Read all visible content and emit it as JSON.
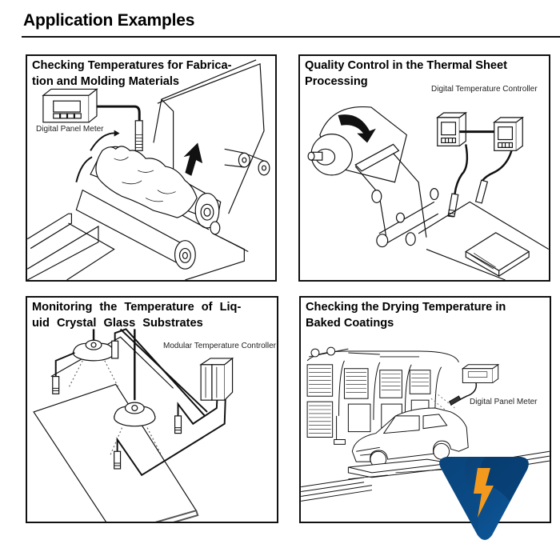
{
  "page": {
    "title": "Application Examples"
  },
  "panels": [
    {
      "title": "Checking Temperatures for Fabrica-\ntion and Molding Materials",
      "labels": [
        "Digital Panel Meter"
      ]
    },
    {
      "title": "Quality Control in the Thermal Sheet\nProcessing",
      "labels": [
        "Digital Temperature Controller"
      ]
    },
    {
      "title": "Monitoring the Temperature of Liq-\nuid Crystal Glass Substrates",
      "labels": [
        "Modular Temperature Controller"
      ]
    },
    {
      "title": "Checking the Drying Temperature in\nBaked Coatings",
      "labels": [
        "Digital Panel Meter"
      ]
    }
  ],
  "logo": {
    "icon": "lightning-bolt-icon",
    "colors": {
      "primary": "#0a4f8c",
      "dark": "#063a6b",
      "accent": "#f39a1e"
    }
  }
}
